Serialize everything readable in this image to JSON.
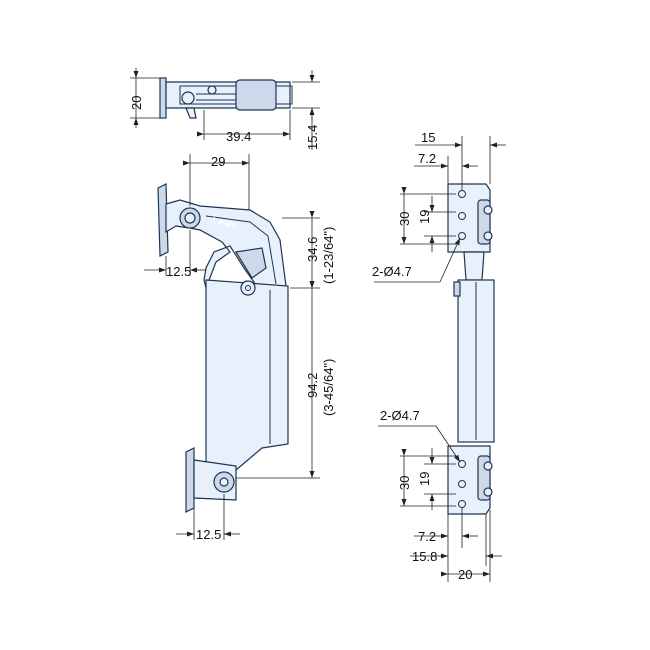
{
  "top_view": {
    "dim_height": "20",
    "dim_length": "39.4",
    "dim_depth": "15.4"
  },
  "front_view": {
    "dim_top_width": "29",
    "dim_pivot_offset": "12.5",
    "dim_upper_len": "34.6",
    "dim_upper_len_inch": "(1-23/64\")",
    "dim_body_len": "94.2",
    "dim_body_len_inch": "(3-45/64\")",
    "dim_bottom_offset": "12.5",
    "logo_text": "LAMP"
  },
  "side_view": {
    "dim_top_15": "15",
    "dim_top_72": "7.2",
    "dim_top_30": "30",
    "dim_top_19": "19",
    "hole_label_top": "2-Ø4.7",
    "hole_label_bottom": "2-Ø4.7",
    "dim_bot_30": "30",
    "dim_bot_19": "19",
    "dim_bot_72": "7.2",
    "dim_bot_158": "15.8",
    "dim_bot_20": "20"
  }
}
